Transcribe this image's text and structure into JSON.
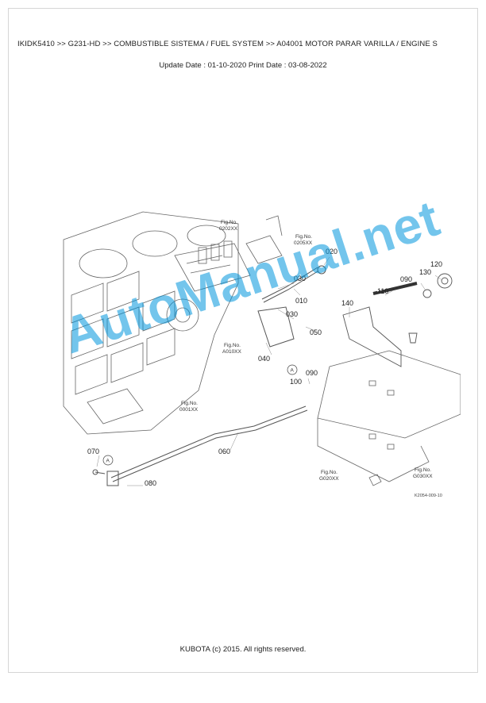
{
  "header": {
    "breadcrumb": "IKIDK5410 >> G231-HD >> COMBUSTIBLE SISTEMA / FUEL SYSTEM >> A04001   MOTOR PARAR VARILLA / ENGINE S",
    "dates": "Update Date : 01-10-2020   Print Date : 03-08-2022"
  },
  "diagram": {
    "part_numbers": [
      "020",
      "030",
      "010",
      "030",
      "050",
      "040",
      "090",
      "100",
      "060",
      "070",
      "080",
      "140",
      "110",
      "090",
      "130",
      "120"
    ],
    "fig_refs": {
      "fig_a": {
        "title": "Fig.No.",
        "code": "0202XX"
      },
      "fig_b": {
        "title": "Fig.No.",
        "code": "0205XX"
      },
      "fig_c": {
        "title": "Fig.No.",
        "code": "A010XX"
      },
      "fig_d": {
        "title": "Fig.No.",
        "code": "0001XX"
      },
      "fig_e": {
        "title": "Fig.No.",
        "code": "G020XX"
      },
      "fig_f": {
        "title": "Fig.No.",
        "code": "G030XX"
      }
    },
    "markers": [
      "A",
      "A"
    ],
    "ref_code": "K2054-009-10"
  },
  "watermark": "AutoManual.net",
  "footer": "KUBOTA (c) 2015. All rights reserved.",
  "colors": {
    "watermark": "#0096dc",
    "lines": "#555555"
  }
}
